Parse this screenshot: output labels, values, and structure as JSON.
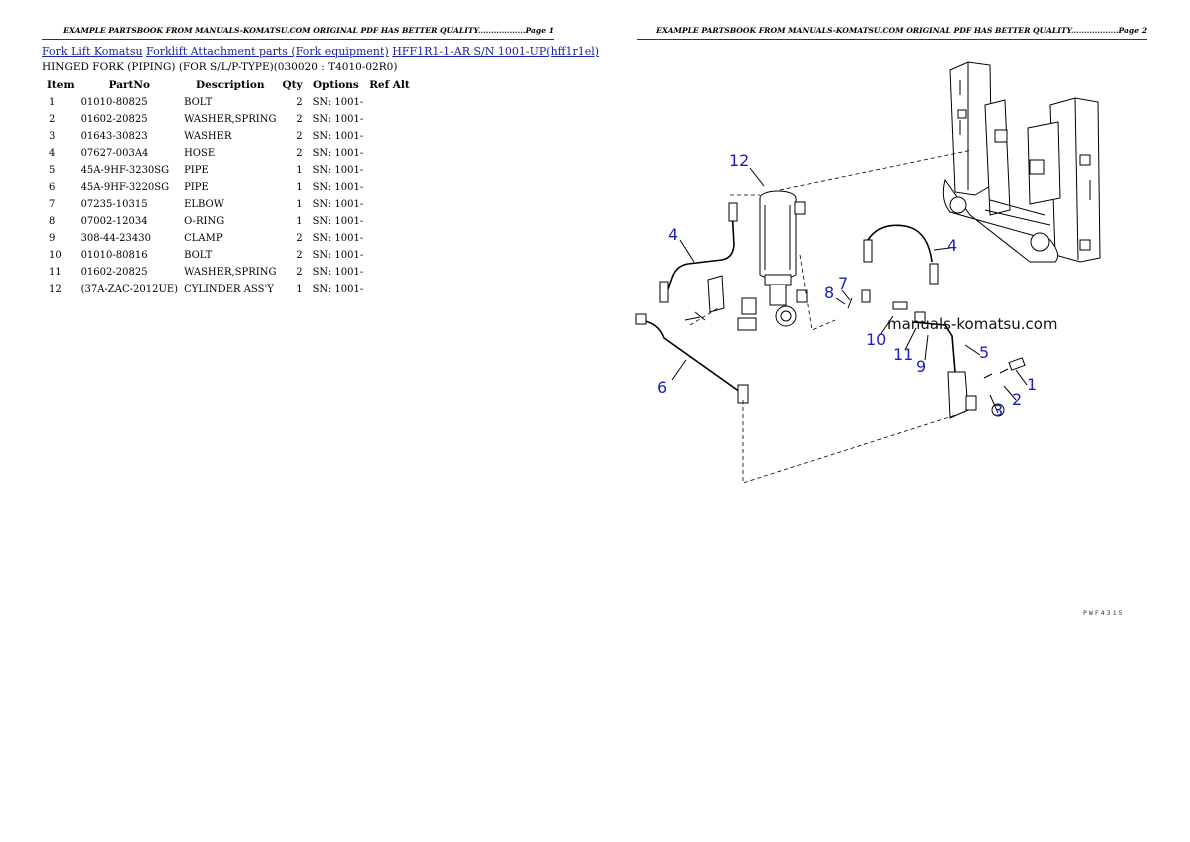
{
  "header_left": "EXAMPLE PARTSBOOK FROM MANUALS-KOMATSU.COM ORIGINAL PDF HAS BETTER QUALITY..................Page 1",
  "header_right": "EXAMPLE PARTSBOOK FROM MANUALS-KOMATSU.COM ORIGINAL PDF HAS BETTER QUALITY..................Page 2",
  "breadcrumb": {
    "link1": "Fork Lift Komatsu",
    "link2": "Forklift Attachment parts (Fork equipment)",
    "link3": "HFF1R1-1-AR S/N 1001-UP(hff1r1el)"
  },
  "title": "HINGED FORK (PIPING) (FOR S/L/P-TYPE)(030020 : T4010-02R0)",
  "table": {
    "headers": [
      "Item",
      "PartNo",
      "Description",
      "Qty",
      "Options",
      "Ref Alt"
    ],
    "rows": [
      {
        "item": "1",
        "partno": "01010-80825",
        "desc": "BOLT",
        "qty": "2",
        "opt": "SN: 1001-"
      },
      {
        "item": "2",
        "partno": "01602-20825",
        "desc": "WASHER,SPRING",
        "qty": "2",
        "opt": "SN: 1001-"
      },
      {
        "item": "3",
        "partno": "01643-30823",
        "desc": "WASHER",
        "qty": "2",
        "opt": "SN: 1001-"
      },
      {
        "item": "4",
        "partno": "07627-003A4",
        "desc": "HOSE",
        "qty": "2",
        "opt": "SN: 1001-"
      },
      {
        "item": "5",
        "partno": "45A-9HF-3230SG",
        "desc": "PIPE",
        "qty": "1",
        "opt": "SN: 1001-"
      },
      {
        "item": "6",
        "partno": "45A-9HF-3220SG",
        "desc": "PIPE",
        "qty": "1",
        "opt": "SN: 1001-"
      },
      {
        "item": "7",
        "partno": "07235-10315",
        "desc": "ELBOW",
        "qty": "1",
        "opt": "SN: 1001-"
      },
      {
        "item": "8",
        "partno": "07002-12034",
        "desc": "O-RING",
        "qty": "1",
        "opt": "SN: 1001-"
      },
      {
        "item": "9",
        "partno": "308-44-23430",
        "desc": "CLAMP",
        "qty": "2",
        "opt": "SN: 1001-"
      },
      {
        "item": "10",
        "partno": "01010-80816",
        "desc": "BOLT",
        "qty": "2",
        "opt": "SN: 1001-"
      },
      {
        "item": "11",
        "partno": "01602-20825",
        "desc": "WASHER,SPRING",
        "qty": "2",
        "opt": "SN: 1001-"
      },
      {
        "item": "12",
        "partno": "(37A-ZAC-2012UE)",
        "desc": "CYLINDER ASS'Y",
        "qty": "1",
        "opt": "SN: 1001-"
      }
    ]
  },
  "diagram": {
    "watermark": "manuals-komatsu.com",
    "figure_code": "PWF4315",
    "callouts": {
      "c1": "1",
      "c2": "2",
      "c3": "3",
      "c4a": "4",
      "c4b": "4",
      "c5": "5",
      "c6": "6",
      "c7": "7",
      "c8": "8",
      "c9": "9",
      "c10": "10",
      "c11": "11",
      "c12": "12"
    }
  }
}
